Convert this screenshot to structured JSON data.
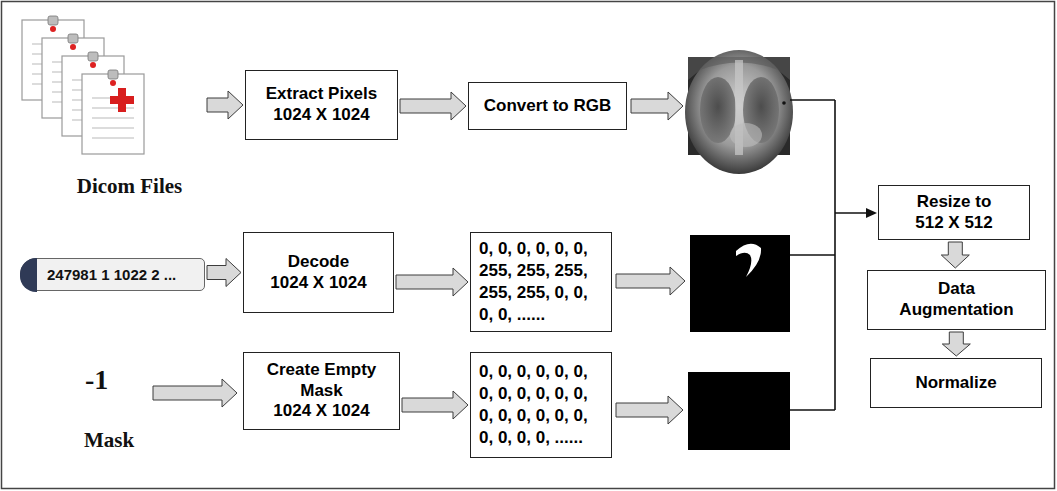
{
  "diagram": {
    "nodes": [
      {
        "text": [
          "Dicom Files"
        ]
      },
      {
        "text": [
          "Extract Pixels",
          "1024 X 1024"
        ]
      },
      {
        "text": [
          "Convert to RGB"
        ]
      },
      {
        "text": [
          "247981 1 1022 2 ..."
        ]
      },
      {
        "text": [
          "Decode",
          "1024 X 1024"
        ]
      },
      {
        "text": [
          "0, 0, 0, 0, 0, 0, 255, 255, 255, 255, 255, 0, 0, 0, 0, ......"
        ]
      },
      {
        "text": [
          "Create Empty Mask",
          "1024 X 1024"
        ]
      },
      {
        "text": [
          "0, 0, 0, 0, 0, 0, 0, 0, 0, 0, 0, 0, 0, 0, 0, 0, 0, 0, 0, 0, 0, 0, ......"
        ]
      },
      {
        "text": [
          "Resize to 512 X 512"
        ]
      },
      {
        "text": [
          "Data Augmentation"
        ]
      },
      {
        "text": [
          "Normalize"
        ]
      }
    ],
    "edges": [
      {
        "from": 0,
        "to": 1,
        "arrow": "to"
      },
      {
        "from": 1,
        "to": 2,
        "arrow": "to"
      },
      {
        "from": 3,
        "to": 4,
        "arrow": "to"
      },
      {
        "from": 4,
        "to": 5,
        "arrow": "to"
      },
      {
        "from": 6,
        "to": 7,
        "arrow": "to"
      },
      {
        "from": 8,
        "to": 9,
        "arrow": "to"
      },
      {
        "from": 9,
        "to": 10,
        "arrow": "to"
      }
    ],
    "labels": [
      "-1",
      "Mask"
    ]
  }
}
